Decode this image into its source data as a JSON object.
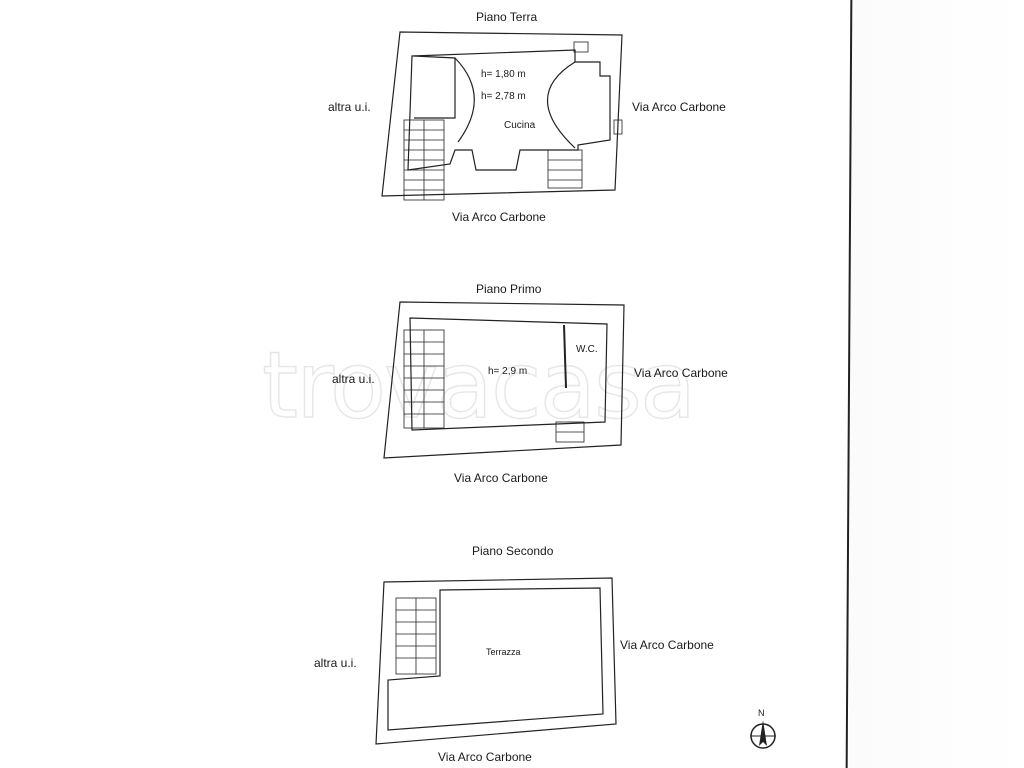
{
  "watermark": "trovacasa",
  "floors": [
    {
      "title": "Piano Terra",
      "left_neighbor": "altra u.i.",
      "right_street": "Via Arco Carbone",
      "bottom_street": "Via Arco Carbone",
      "notes": [
        "h= 1,80 m",
        "h= 2,78 m"
      ],
      "room": "Cucina"
    },
    {
      "title": "Piano Primo",
      "left_neighbor": "altra u.i.",
      "right_street": "Via Arco Carbone",
      "bottom_street": "Via Arco Carbone",
      "notes": [
        "h= 2,9 m"
      ],
      "room": "W.C."
    },
    {
      "title": "Piano Secondo",
      "left_neighbor": "altra u.i.",
      "right_street": "Via Arco Carbone",
      "bottom_street": "Via Arco Carbone",
      "room": "Terrazza"
    }
  ],
  "compass": {
    "label": "N",
    "icon": "north-arrow-icon"
  }
}
